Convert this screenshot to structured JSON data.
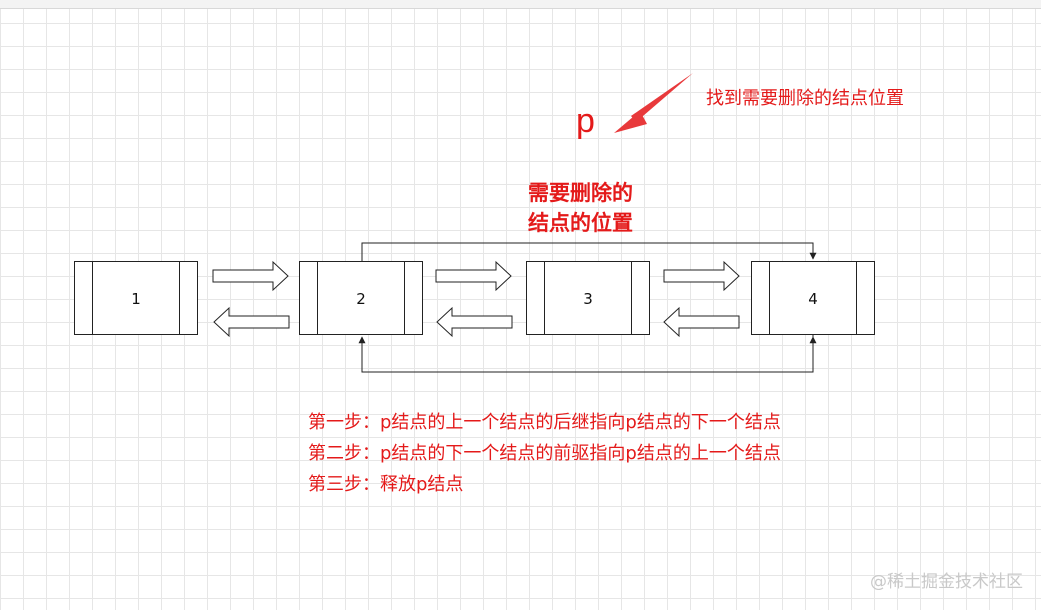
{
  "pointer": {
    "label": "p",
    "annotation": "找到需要删除的结点位置"
  },
  "target": {
    "lines": [
      "需要删除的",
      "结点的位置"
    ]
  },
  "nodes": [
    {
      "label": "1"
    },
    {
      "label": "2"
    },
    {
      "label": "3"
    },
    {
      "label": "4"
    }
  ],
  "steps": [
    "第一步：p结点的上一个结点的后继指向p结点的下一个结点",
    "第二步：p结点的下一个结点的前驱指向p结点的上一个结点",
    "第三步：释放p结点"
  ],
  "watermark": "@稀土掘金技术社区",
  "colors": {
    "accent": "#e41a1a",
    "stroke": "#222222",
    "grid": "#e6e6e6"
  }
}
